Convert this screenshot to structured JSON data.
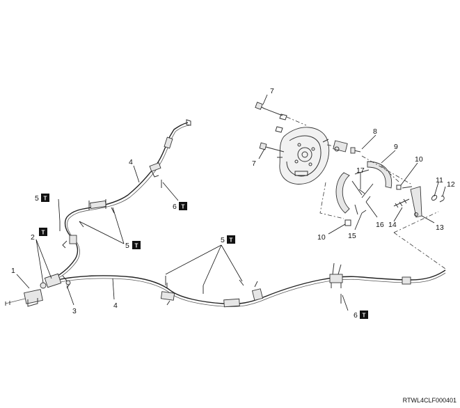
{
  "torque_symbol": "T",
  "drawing_code": "RTWL4CLF000401",
  "callouts": [
    {
      "id": "c1",
      "number": "1"
    },
    {
      "id": "c2",
      "number": "2"
    },
    {
      "id": "c3",
      "number": "3"
    },
    {
      "id": "c4a",
      "number": "4"
    },
    {
      "id": "c4b",
      "number": "4"
    },
    {
      "id": "c5a",
      "number": "5"
    },
    {
      "id": "c5b",
      "number": "5"
    },
    {
      "id": "c5c",
      "number": "5"
    },
    {
      "id": "c6a",
      "number": "6"
    },
    {
      "id": "c6b",
      "number": "6"
    },
    {
      "id": "c7a",
      "number": "7"
    },
    {
      "id": "c7b",
      "number": "7"
    },
    {
      "id": "c8",
      "number": "8"
    },
    {
      "id": "c9",
      "number": "9"
    },
    {
      "id": "c10a",
      "number": "10"
    },
    {
      "id": "c10b",
      "number": "10"
    },
    {
      "id": "c11",
      "number": "11"
    },
    {
      "id": "c12",
      "number": "12"
    },
    {
      "id": "c13",
      "number": "13"
    },
    {
      "id": "c14",
      "number": "14"
    },
    {
      "id": "c15",
      "number": "15"
    },
    {
      "id": "c16",
      "number": "16"
    },
    {
      "id": "c17",
      "number": "17"
    }
  ]
}
